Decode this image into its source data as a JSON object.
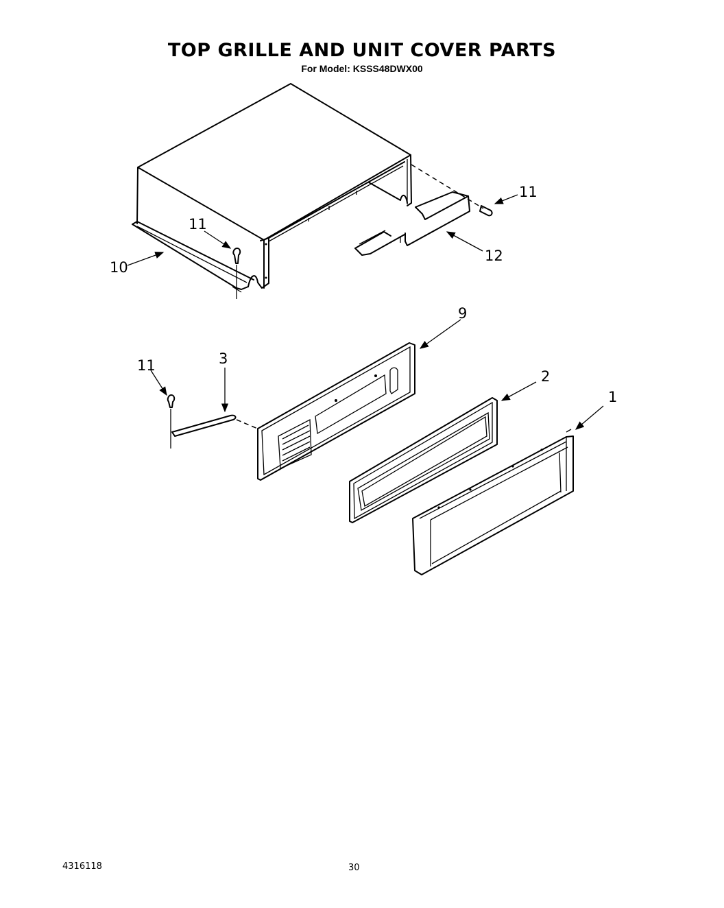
{
  "page": {
    "title": "TOP GRILLE AND UNIT COVER PARTS",
    "subtitle": "For Model: KSSS48DWX00",
    "document_number": "4316118",
    "page_number": "30"
  },
  "diagram": {
    "type": "exploded-parts-view",
    "callouts": [
      {
        "id": "c11a",
        "label": "11"
      },
      {
        "id": "c12",
        "label": "12"
      },
      {
        "id": "c11b",
        "label": "11"
      },
      {
        "id": "c10",
        "label": "10"
      },
      {
        "id": "c9",
        "label": "9"
      },
      {
        "id": "c3",
        "label": "3"
      },
      {
        "id": "c11c",
        "label": "11"
      },
      {
        "id": "c2",
        "label": "2"
      },
      {
        "id": "c1",
        "label": "1"
      }
    ],
    "parts": [
      {
        "number": "1",
        "part": "bottom-grille-frame"
      },
      {
        "number": "2",
        "part": "grille-frame"
      },
      {
        "number": "3",
        "part": "rod"
      },
      {
        "number": "9",
        "part": "top-grille-panel"
      },
      {
        "number": "10",
        "part": "unit-cover"
      },
      {
        "number": "11",
        "part": "screw"
      },
      {
        "number": "12",
        "part": "bracket"
      }
    ]
  }
}
